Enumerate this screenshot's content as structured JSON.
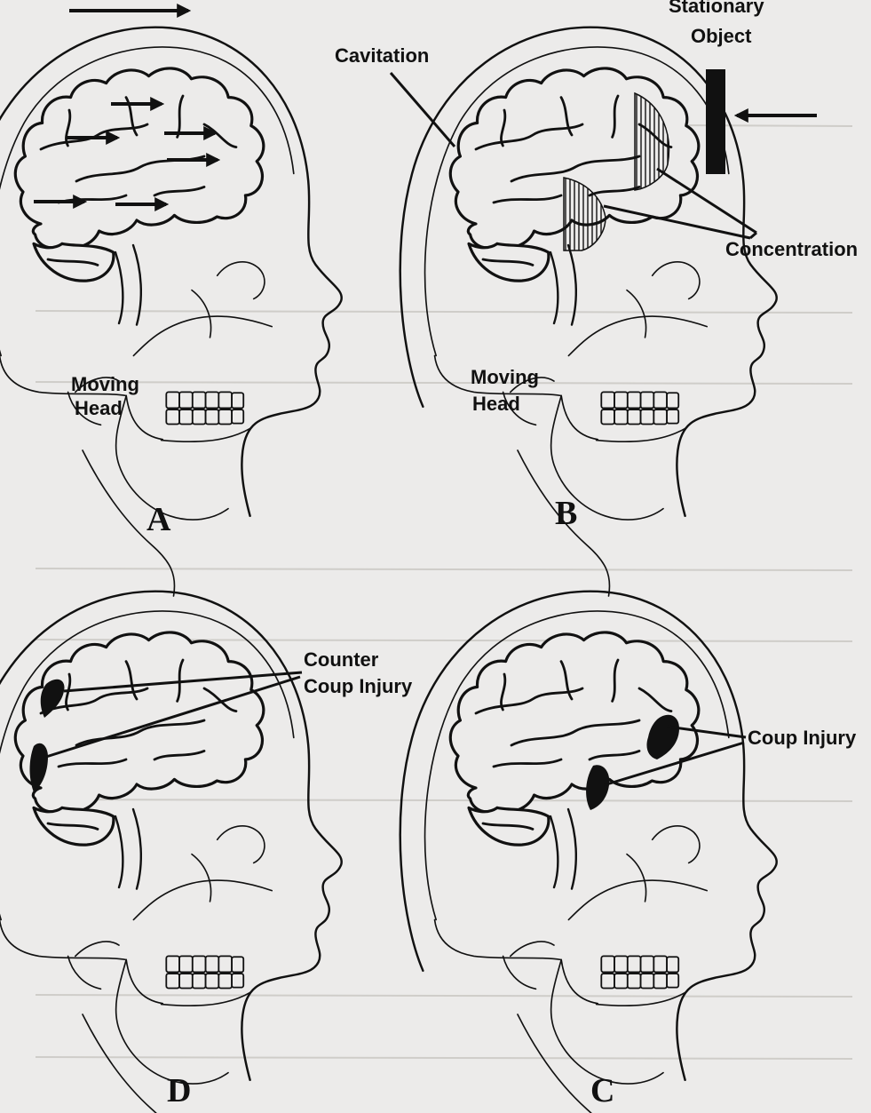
{
  "panels": {
    "a": {
      "letter": "A",
      "label_line1": "Moving",
      "label_line2": "Head"
    },
    "b": {
      "letter": "B",
      "label_line1": "Moving",
      "label_line2": "Head",
      "cavitation": "Cavitation",
      "stationary_line1": "Stationary",
      "stationary_line2": "Object",
      "concentration": "Concentration"
    },
    "c": {
      "letter": "C",
      "coup": "Coup Injury"
    },
    "d": {
      "letter": "D",
      "counter_line1": "Counter",
      "counter_line2": "Coup Injury"
    }
  },
  "colors": {
    "ink": "#111111",
    "paper": "#ecebea",
    "bleed_through": "#d2d0cc"
  }
}
